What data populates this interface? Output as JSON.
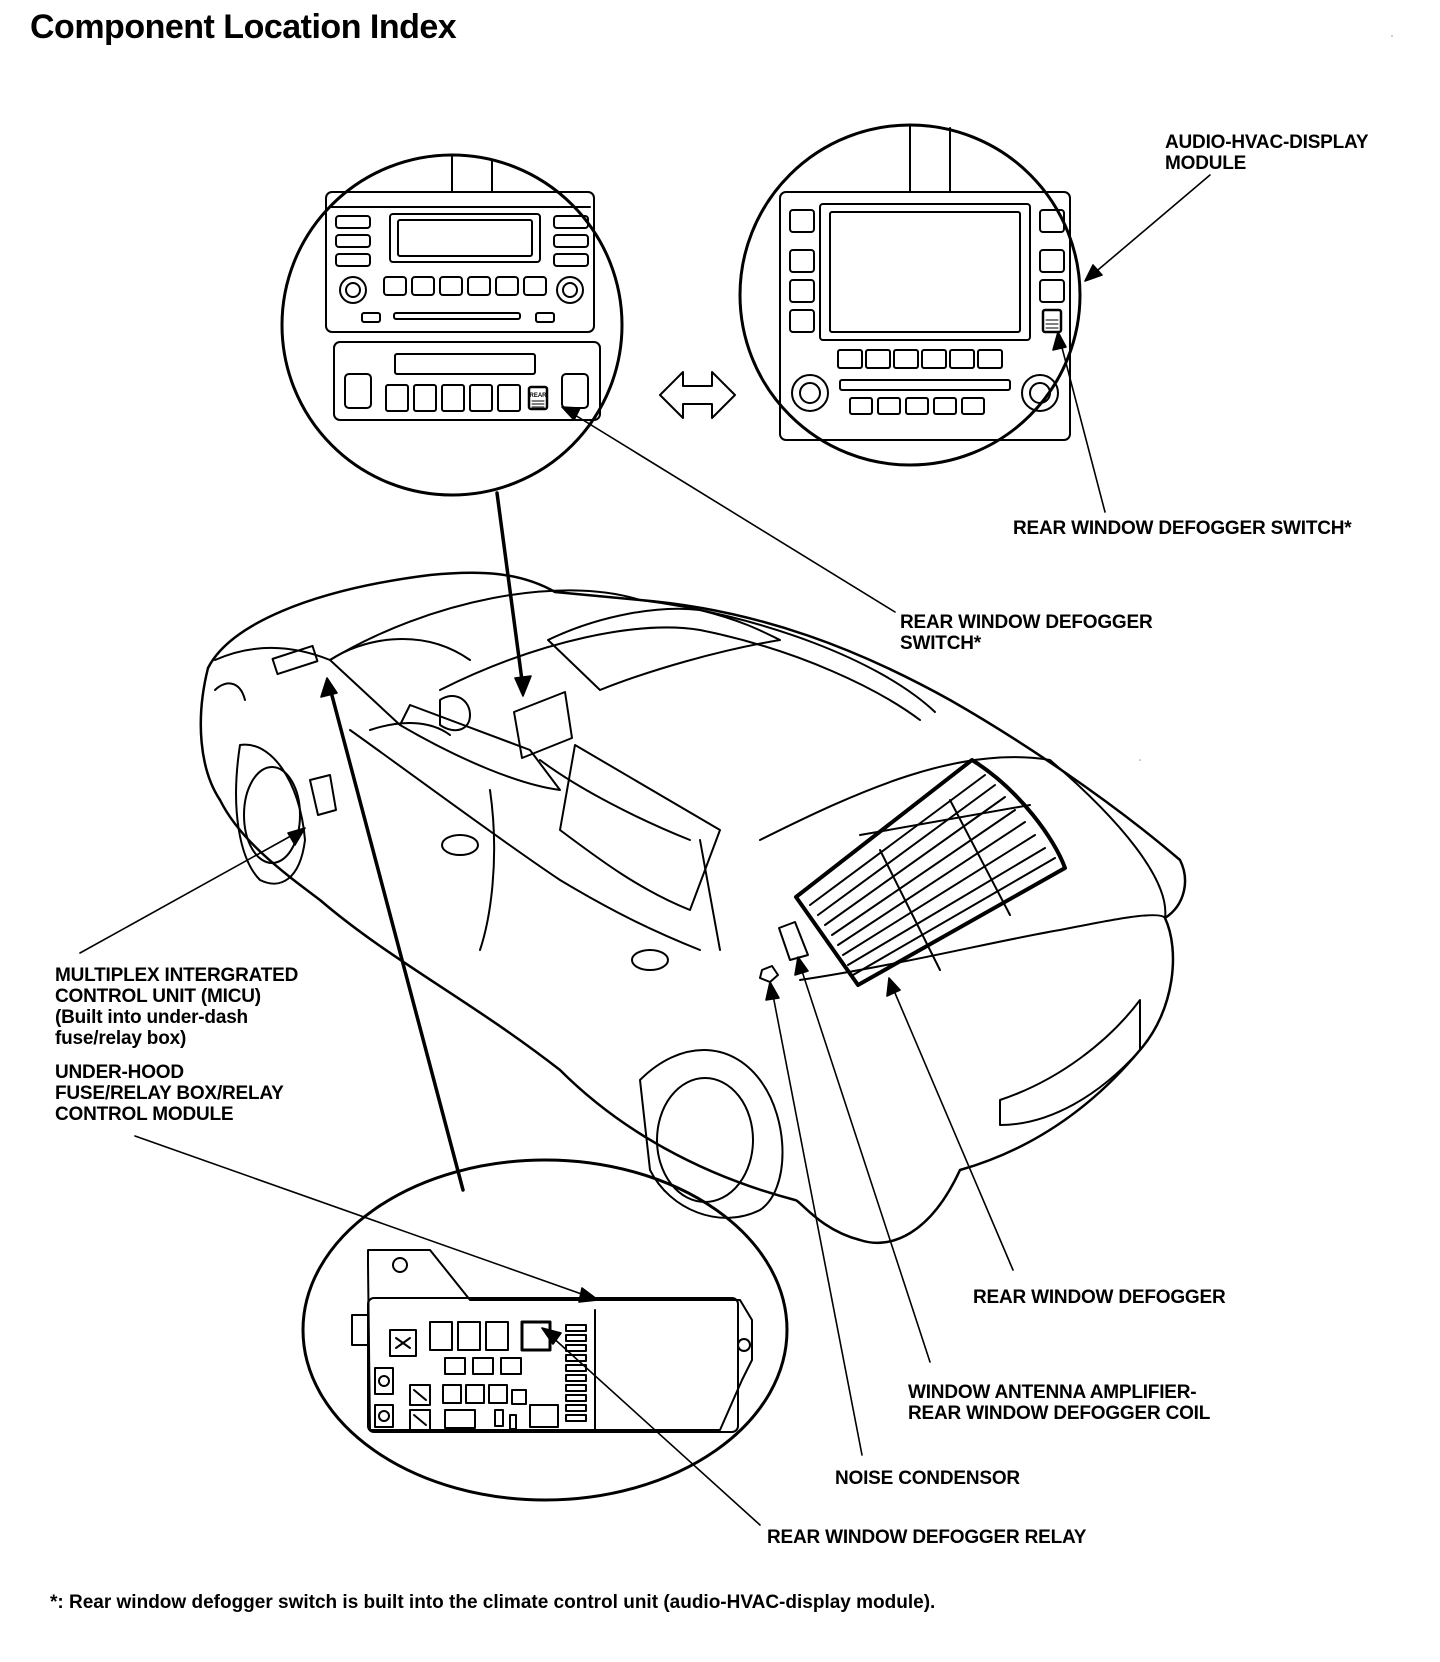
{
  "title": "Component Location Index",
  "labels": {
    "audio_hvac_display_module": [
      "AUDIO-HVAC-DISPLAY",
      "MODULE"
    ],
    "rear_window_defogger_switch_top": "REAR WINDOW DEFOGGER SWITCH*",
    "rear_window_defogger_switch_mid": [
      "REAR WINDOW DEFOGGER",
      "SWITCH*"
    ],
    "micu": [
      "MULTIPLEX INTERGRATED",
      "CONTROL UNIT (MICU)",
      "(Built into under-dash",
      "fuse/relay box)"
    ],
    "under_hood": [
      "UNDER-HOOD",
      "FUSE/RELAY BOX/RELAY",
      "CONTROL MODULE"
    ],
    "rear_window_defogger": "REAR WINDOW DEFOGGER",
    "window_antenna": [
      "WINDOW ANTENNA AMPLIFIER-",
      "REAR WINDOW DEFOGGER COIL"
    ],
    "noise_condensor": "NOISE CONDENSOR",
    "rear_window_defogger_relay": "REAR WINDOW DEFOGGER RELAY"
  },
  "switch_button_text": "REAR",
  "footnote": "*: Rear window defogger switch is built into the climate control unit (audio-HVAC-display module)."
}
